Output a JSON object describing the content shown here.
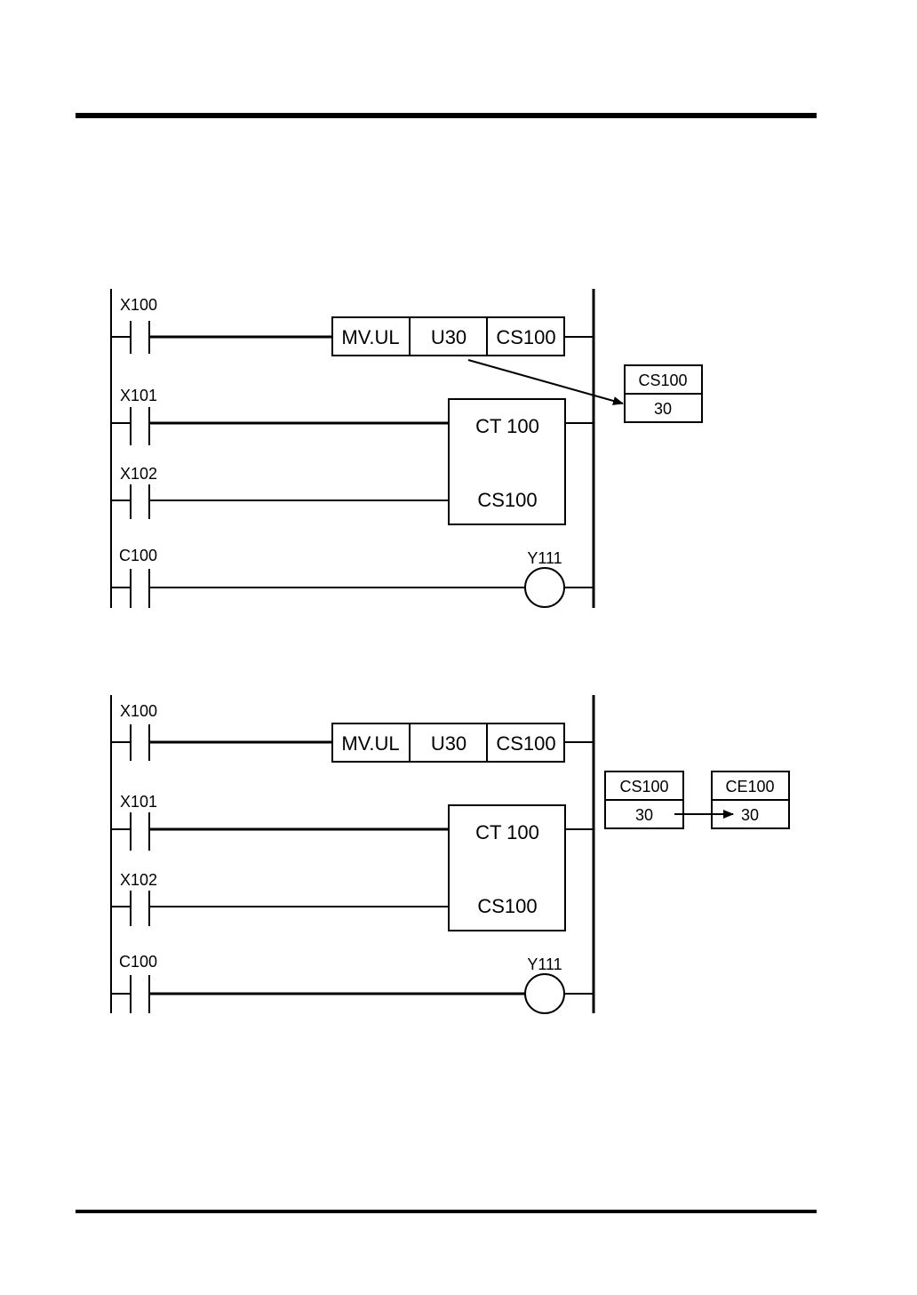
{
  "diagram1": {
    "rung1": {
      "contact": "X100",
      "instr": "MV.UL",
      "op1": "U30",
      "op2": "CS100"
    },
    "rung2": {
      "contact": "X101",
      "counter_top": "CT 100"
    },
    "rung3": {
      "contact": "X102",
      "counter_bottom": "CS100"
    },
    "rung4": {
      "contact": "C100",
      "coil": "Y111"
    },
    "register": {
      "name": "CS100",
      "value": "30"
    }
  },
  "diagram2": {
    "rung1": {
      "contact": "X100",
      "instr": "MV.UL",
      "op1": "U30",
      "op2": "CS100"
    },
    "rung2": {
      "contact": "X101",
      "counter_top": "CT 100"
    },
    "rung3": {
      "contact": "X102",
      "counter_bottom": "CS100"
    },
    "rung4": {
      "contact": "C100",
      "coil": "Y111"
    },
    "register_src": {
      "name": "CS100",
      "value": "30"
    },
    "register_dst": {
      "name": "CE100",
      "value": "30"
    }
  }
}
